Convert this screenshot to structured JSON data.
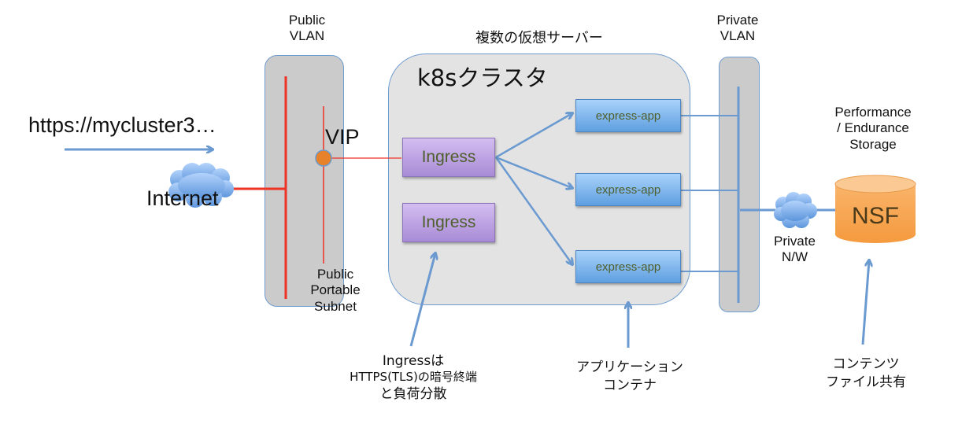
{
  "public_vlan": {
    "label_line1": "Public",
    "label_line2": "VLAN"
  },
  "private_vlan": {
    "label_line1": "Private",
    "label_line2": "VLAN"
  },
  "servers_label": "複数の仮想サーバー",
  "cluster": {
    "title": "k8sクラスタ"
  },
  "url_label": "https://mycluster3…",
  "internet_label": "Internet",
  "vip_label": "VIP",
  "subnet_label": {
    "line1": "Public",
    "line2": "Portable",
    "line3": "Subnet"
  },
  "ingress": [
    {
      "label": "Ingress"
    },
    {
      "label": "Ingress"
    }
  ],
  "apps": [
    {
      "label": "express-app"
    },
    {
      "label": "express-app"
    },
    {
      "label": "express-app"
    }
  ],
  "private_nw_label": {
    "line1": "Private",
    "line2": "N/W"
  },
  "storage": {
    "title_line1": "Performance",
    "title_line2": "/ Endurance",
    "title_line3": "Storage",
    "label": "NSF"
  },
  "annotations": {
    "ingress_note": {
      "line1": "Ingressは",
      "line2": "HTTPS(TLS)の暗号終端",
      "line3": "と負荷分散"
    },
    "app_note": {
      "line1": "アプリケーション",
      "line2": "コンテナ"
    },
    "storage_note": {
      "line1": "コンテンツ",
      "line2": "ファイル共有"
    }
  },
  "colors": {
    "arrow": "#6a9ad0",
    "public_line": "#ee3224",
    "vip": "#e8822a",
    "storage": "#f7a24a"
  }
}
